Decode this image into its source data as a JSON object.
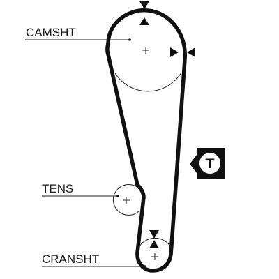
{
  "labels": {
    "camshaft": "CAMSHT",
    "tensioner": "TENS",
    "crankshaft": "CRANSHT"
  },
  "badge": {
    "letter": "T"
  }
}
